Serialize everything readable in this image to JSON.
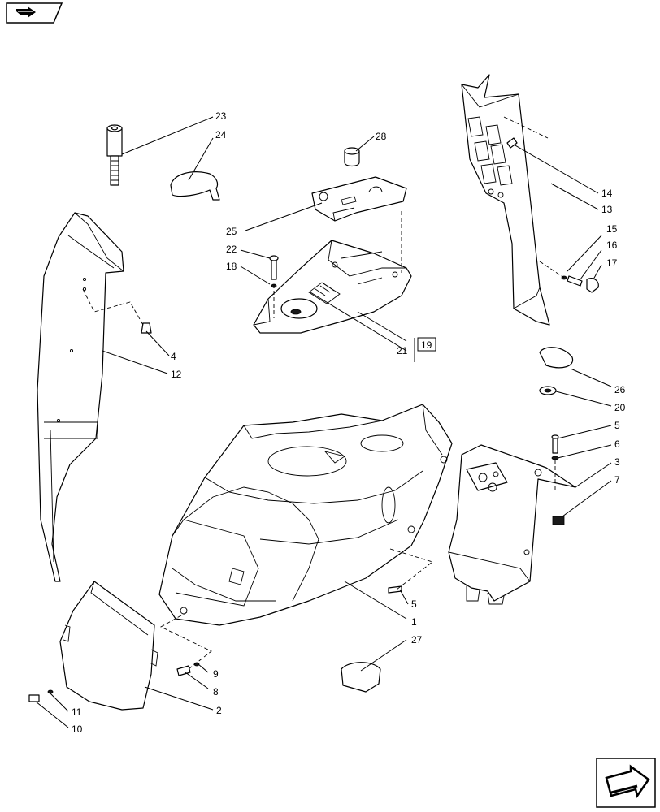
{
  "callouts": {
    "c1": "1",
    "c2": "2",
    "c3": "3",
    "c4": "4",
    "c5a": "5",
    "c5b": "5",
    "c6": "6",
    "c7": "7",
    "c8": "8",
    "c9": "9",
    "c10": "10",
    "c11": "11",
    "c12": "12",
    "c13": "13",
    "c14": "14",
    "c15": "15",
    "c16": "16",
    "c17": "17",
    "c18": "18",
    "c19": "19",
    "c20": "20",
    "c21": "21",
    "c22": "22",
    "c23": "23",
    "c24": "24",
    "c25": "25",
    "c26": "26",
    "c27": "27",
    "c28": "28"
  },
  "icons": {
    "top_left": "arrow-tab-icon",
    "bottom_right": "next-page-arrow-icon"
  }
}
